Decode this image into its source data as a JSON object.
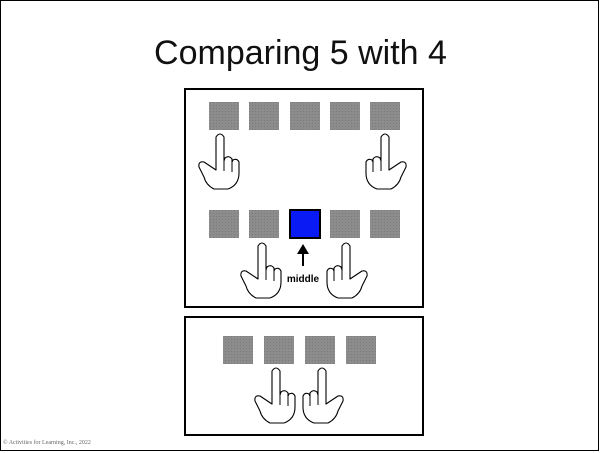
{
  "slide": {
    "title": "Comparing 5 with 4",
    "copyright": "© Activities for Learning, Inc., 2022"
  },
  "top_panel": {
    "row1": {
      "squares": 5,
      "hands": [
        "left-end",
        "right-end"
      ]
    },
    "row2": {
      "squares": 5,
      "highlighted_square": 3,
      "hands": [
        "second",
        "fourth"
      ]
    },
    "middle_label": "middle"
  },
  "bottom_panel": {
    "squares": 4,
    "hands": [
      "second",
      "third"
    ]
  },
  "colors": {
    "square_fill": "#8c8c8c",
    "highlight_fill": "#0a1af5",
    "border": "#000000",
    "background": "#ffffff"
  },
  "icons": [
    "pointing-hand-icon",
    "up-arrow-icon"
  ]
}
